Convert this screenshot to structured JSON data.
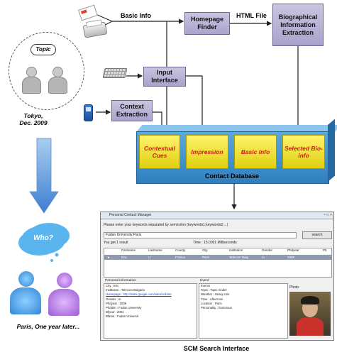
{
  "top_labels": {
    "basic_info": "Basic Info",
    "html_file": "HTML File"
  },
  "boxes": {
    "homepage_finder": "Homepage Finder",
    "bio_extraction": "Biographical Information Extraction",
    "input_interface": "Input Interface",
    "context_extraction": "Context Extraction"
  },
  "scene": {
    "topic": "Topic",
    "place_then": "Tokyo, Dec. 2009",
    "who": "Who?",
    "place_now": "Paris, One year later..."
  },
  "database": {
    "label": "Contact Database",
    "items": [
      "Contextual Cues",
      "Impression",
      "Basic Info",
      "Selected Bio-info"
    ]
  },
  "window": {
    "title": "Personal Contact Manager",
    "prompt": "Please enter your keywords separated by semicolon (keywords1;keywords2;...)",
    "query": "Fudan University;Paris",
    "search_button": "search",
    "result_count": "You get 1 result",
    "time": "Time : 15.0001 Milliseconds",
    "columns": [
      "Firstname",
      "Lastname",
      "County",
      "City",
      "Institution",
      "Gender",
      "Phdyear",
      "Ph"
    ],
    "row": [
      "Eric",
      "Li",
      "France",
      "Paris",
      "Telecom Bulg",
      "m",
      "2009",
      ""
    ],
    "personal_title": "Personal information",
    "personal_lines": [
      "City : Eric",
      "Institution : Telecom Bulgaria",
      "Homepage : http://sites.google.com/site/ericli2ne",
      "Gender : m",
      "Phdyear : 2009",
      "Phdaim : Fudan University",
      "Bfyear : 2004",
      "Bfame : Fudan Universit"
    ],
    "event_title": "Event",
    "event_lines": [
      "Event I",
      "Topic : Topic model",
      "Weather : Heavy rain",
      "Time : Afternoon",
      "Location : Paris",
      "Personality : humorous"
    ],
    "photo_title": "Photo"
  },
  "caption": "SCM Search Interface",
  "colors": {
    "box": "#b3acd3",
    "database": "#3b8fd0",
    "cube": "#f2e23a",
    "cube_text": "#d21a1a",
    "arrow": "#4a90d9"
  }
}
